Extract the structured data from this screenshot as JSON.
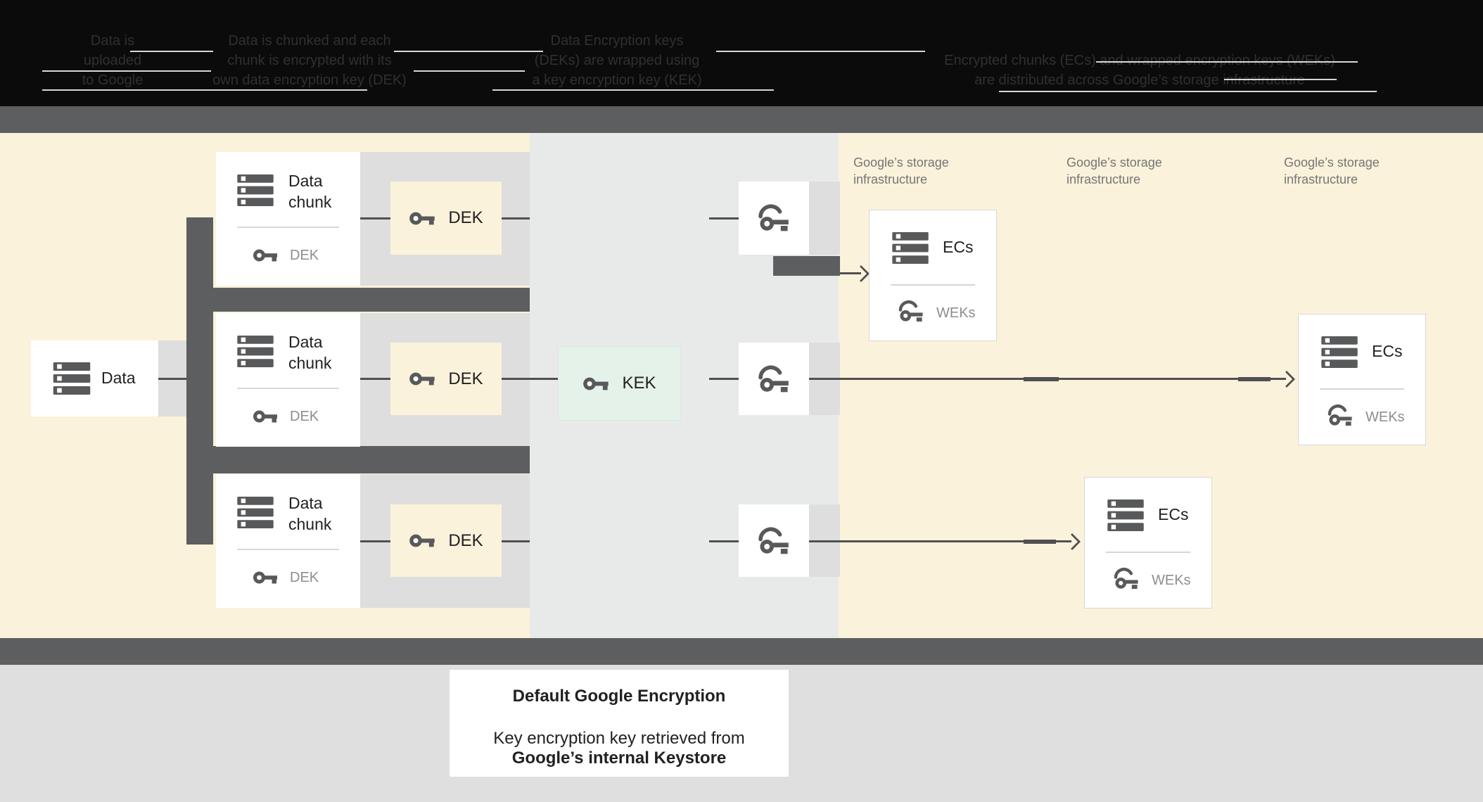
{
  "header": {
    "columns": [
      {
        "lines": [
          "Data is",
          "uploaded",
          "to Google"
        ]
      },
      {
        "lines": [
          "Data is chunked and each",
          "chunk is encrypted with its",
          "own data encryption key (DEK)"
        ]
      },
      {
        "lines": [
          "Data Encryption keys",
          "(DEKs) are wrapped using",
          "a key encryption key (KEK)"
        ]
      },
      {
        "lines": [
          "Encrypted chunks (ECs) and wrapped encryption keys (WEKs)",
          "are distributed across Google’s storage infrastructure"
        ]
      }
    ]
  },
  "diagram": {
    "data_box": {
      "label": "Data"
    },
    "chunk_boxes": [
      {
        "title": "Data chunk",
        "key_label": "DEK"
      },
      {
        "title": "Data chunk",
        "key_label": "DEK"
      },
      {
        "title": "Data chunk",
        "key_label": "DEK"
      }
    ],
    "dek_boxes": [
      {
        "label": "DEK"
      },
      {
        "label": "DEK"
      },
      {
        "label": "DEK"
      }
    ],
    "kek_box": {
      "label": "KEK"
    },
    "storage_labels": [
      {
        "text": "Google’s storage infrastructure"
      },
      {
        "text": "Google’s storage infrastructure"
      },
      {
        "text": "Google’s storage infrastructure"
      }
    ],
    "ec_boxes": [
      {
        "title": "ECs",
        "key_label": "WEKs"
      },
      {
        "title": "ECs",
        "key_label": "WEKs"
      },
      {
        "title": "ECs",
        "key_label": "WEKs"
      }
    ]
  },
  "caption": {
    "title": "Default Google Encryption",
    "line1": "Key encryption key retrieved from",
    "line2": "Google’s internal Keystore"
  },
  "colors": {
    "panel_yellow": "#fbf2db",
    "panel_blue_gray": "#e8eaea",
    "band_dark_gray": "#5d5e5f",
    "row_light_gray": "#dedede",
    "kek_green": "#e5f2e9",
    "icon_dark": "#58595a",
    "text_dark": "#212121",
    "text_gray": "#757575"
  }
}
